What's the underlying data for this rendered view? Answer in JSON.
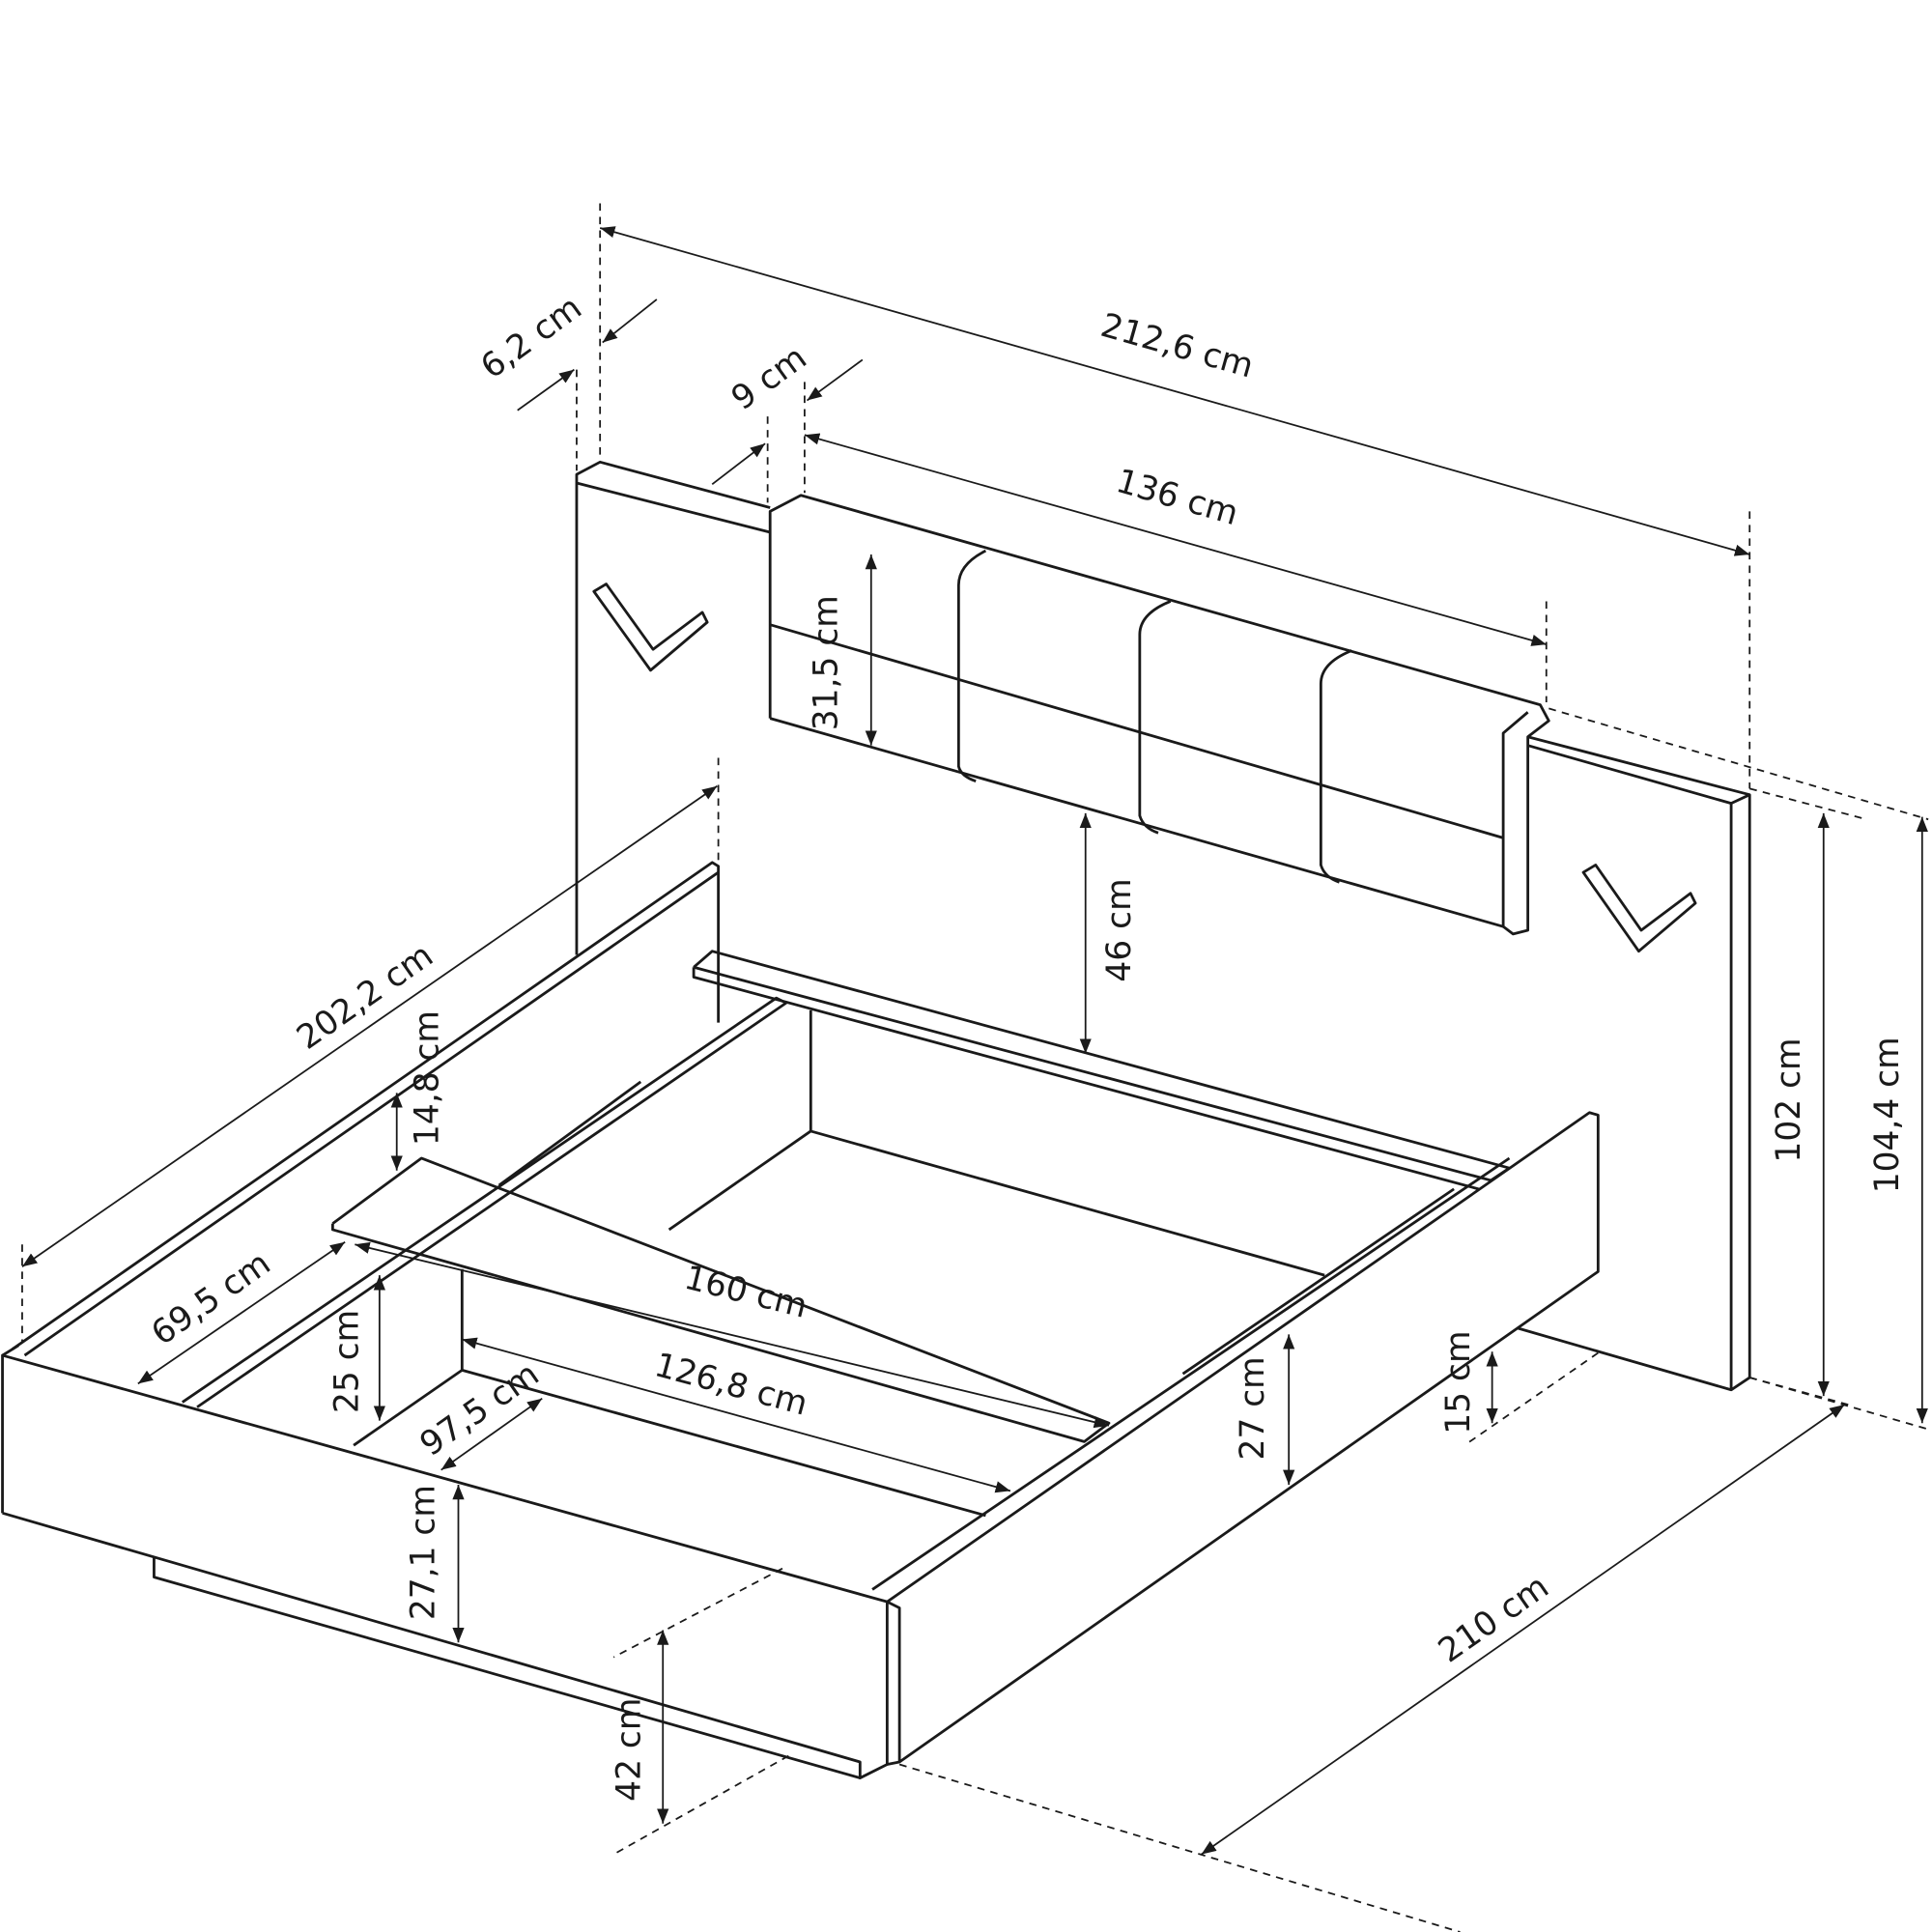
{
  "dimensions": {
    "total_width": "212,6 cm",
    "headboard_depth": "6,2 cm",
    "cushion_depth": "9 cm",
    "cushion_width": "136 cm",
    "cushion_height": "31,5 cm",
    "cushion_above_frame": "46 cm",
    "side_rail_length": "202,2 cm",
    "slat_offset": "14,8 cm",
    "front_to_slat": "69,5 cm",
    "mattress_width": "160 cm",
    "inner_depth": "25 cm",
    "inner_width": "126,8 cm",
    "inner_section": "97,5 cm",
    "frame_height": "27,1 cm",
    "total_frame_height": "42 cm",
    "side_rail_height": "27 cm",
    "floor_clearance": "15 cm",
    "headboard_height": "102 cm",
    "total_height": "104,4 cm",
    "total_length": "210 cm"
  }
}
